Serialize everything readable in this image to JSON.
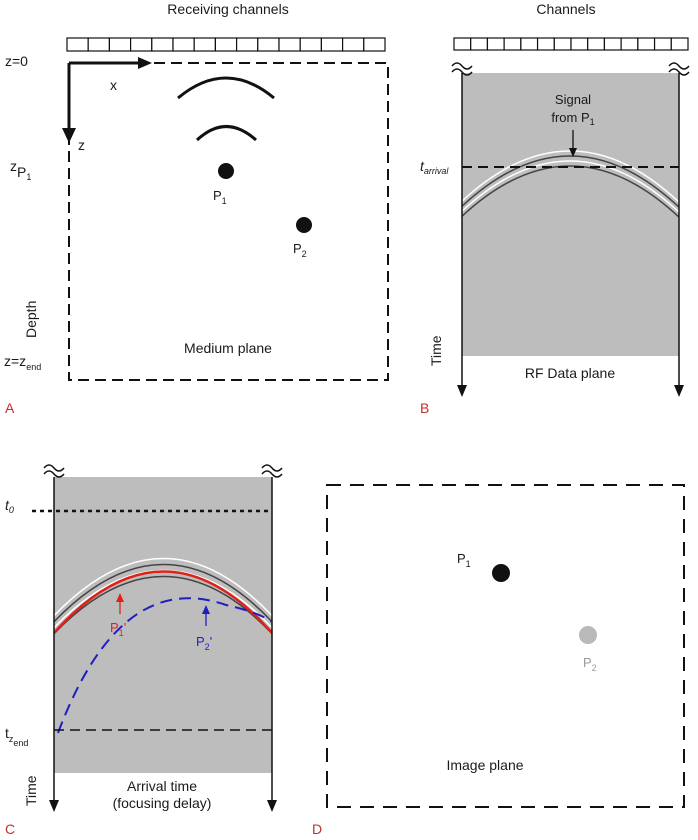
{
  "colors": {
    "gray_fill": "#bdbdbd",
    "red": "#e0211a",
    "blue": "#1f1fbf",
    "panel_letter": "#c0322d",
    "gray_point": "#b9b9b9",
    "black": "#111111"
  },
  "panel_a": {
    "letter": "A",
    "header": "Receiving channels",
    "z0": "z=0",
    "x_axis": "x",
    "z_axis": "z",
    "zp1_main": "z",
    "zp1_sub": "P",
    "zp1_subsub": "1",
    "p1_main": "P",
    "p1_sub": "1",
    "p2_main": "P",
    "p2_sub": "2",
    "depth": "Depth",
    "zend_main": "z=z",
    "zend_sub": "end",
    "plane": "Medium plane"
  },
  "panel_b": {
    "letter": "B",
    "header": "Channels",
    "signal_line1": "Signal",
    "signal_line2_main": "from P",
    "signal_line2_sub": "1",
    "tarrival_main": "t",
    "tarrival_sub": "arrival",
    "time": "Time",
    "plane": "RF Data plane"
  },
  "panel_c": {
    "letter": "C",
    "t0_main": "t",
    "t0_sub": "0",
    "p1_main": "P",
    "p1_sub": "1",
    "p1_prime": "'",
    "p2_main": "P",
    "p2_sub": "2",
    "p2_prime": "'",
    "tzend_main": "t",
    "tzend_sub": "z",
    "tzend_subsub": "end",
    "time": "Time",
    "caption_line1": "Arrival time",
    "caption_line2": "(focusing delay)"
  },
  "panel_d": {
    "letter": "D",
    "p1_main": "P",
    "p1_sub": "1",
    "p2_main": "P",
    "p2_sub": "2",
    "plane": "Image plane"
  }
}
